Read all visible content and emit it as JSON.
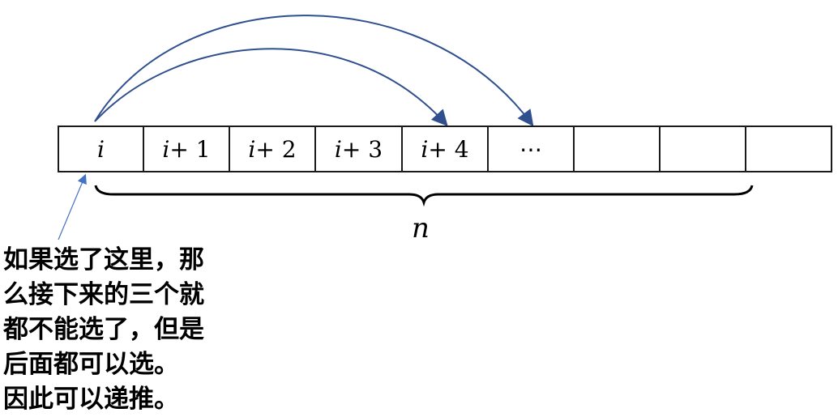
{
  "cells": [
    "i",
    "i + 1",
    "i + 2",
    "i + 3",
    "i + 4",
    "⋯",
    "",
    "",
    ""
  ],
  "brace_label": "n",
  "note_lines": [
    "如果选了这里，那",
    "么接下来的三个就",
    "都不能选了，但是",
    "后面都可以选。",
    "因此可以递推。"
  ],
  "colors": {
    "arrow": "#2f4f8f",
    "pointer": "#4472c4"
  }
}
